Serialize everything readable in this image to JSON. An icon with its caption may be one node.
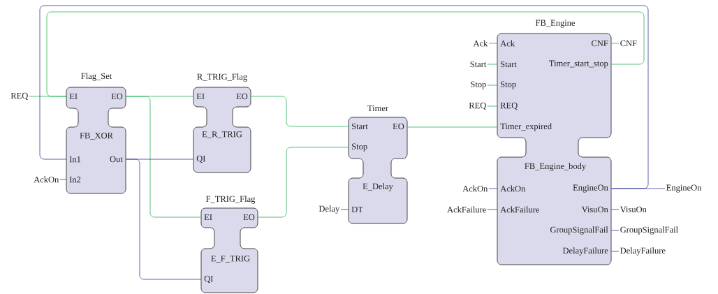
{
  "diagram": {
    "nodes": [
      {
        "text": [
          "REQ"
        ]
      },
      {
        "text": [
          "Flag_Set",
          "EI",
          "EO",
          "FB_XOR",
          "In1",
          "Out",
          "In2"
        ]
      },
      {
        "text": [
          "AckOn"
        ]
      },
      {
        "text": [
          "R_TRIG_Flag",
          "EI",
          "EO",
          "E_R_TRIG",
          "QI"
        ]
      },
      {
        "text": [
          "F_TRIG_Flag",
          "EI",
          "EO",
          "E_F_TRIG",
          "QI"
        ]
      },
      {
        "text": [
          "Timer",
          "Start",
          "EO",
          "Stop",
          "E_Delay",
          "DT"
        ]
      },
      {
        "text": [
          "Delay"
        ]
      },
      {
        "text": [
          "FB_Engine",
          "Ack",
          "CNF",
          "Start",
          "Timer_start_stop",
          "Stop",
          "REQ",
          "Timer_expired",
          "FB_Engine_body",
          "AckOn",
          "EngineOn",
          "AckFailure",
          "VisuOn",
          "GroupSignalFail",
          "DelayFailure"
        ]
      },
      {
        "text": [
          "Ack"
        ]
      },
      {
        "text": [
          "Start"
        ]
      },
      {
        "text": [
          "Stop"
        ]
      },
      {
        "text": [
          "REQ"
        ]
      },
      {
        "text": [
          "CNF"
        ]
      },
      {
        "text": [
          "AckOn"
        ]
      },
      {
        "text": [
          "AckFailure"
        ]
      },
      {
        "text": [
          "EngineOn"
        ]
      },
      {
        "text": [
          "VisuOn"
        ]
      },
      {
        "text": [
          "GroupSignalFail"
        ]
      },
      {
        "text": [
          "DelayFailure"
        ]
      }
    ],
    "edges": [
      {
        "from": 0,
        "to": 1,
        "arrow": "none",
        "color": "#2db35d"
      },
      {
        "from": 7,
        "to": 1,
        "arrow": "none",
        "color": "#2db35d"
      },
      {
        "from": 7,
        "to": 1,
        "arrow": "none",
        "color": "#35359a"
      },
      {
        "from": 2,
        "to": 1,
        "arrow": "none",
        "color": "#35359a"
      },
      {
        "from": 1,
        "to": 3,
        "arrow": "none",
        "color": "#2db35d"
      },
      {
        "from": 1,
        "to": 4,
        "arrow": "none",
        "color": "#2db35d"
      },
      {
        "from": 1,
        "to": 3,
        "arrow": "none",
        "color": "#35359a"
      },
      {
        "from": 1,
        "to": 4,
        "arrow": "none",
        "color": "#35359a"
      },
      {
        "from": 3,
        "to": 5,
        "arrow": "none",
        "color": "#2db35d"
      },
      {
        "from": 4,
        "to": 5,
        "arrow": "none",
        "color": "#2db35d"
      },
      {
        "from": 6,
        "to": 5,
        "arrow": "none",
        "color": "#35359a"
      },
      {
        "from": 5,
        "to": 7,
        "arrow": "none",
        "color": "#2db35d"
      },
      {
        "from": 8,
        "to": 7,
        "arrow": "none",
        "color": "#2db35d"
      },
      {
        "from": 9,
        "to": 7,
        "arrow": "none",
        "color": "#2db35d"
      },
      {
        "from": 10,
        "to": 7,
        "arrow": "none",
        "color": "#2db35d"
      },
      {
        "from": 11,
        "to": 7,
        "arrow": "none",
        "color": "#2db35d"
      },
      {
        "from": 7,
        "to": 12,
        "arrow": "none",
        "color": "#2db35d"
      },
      {
        "from": 13,
        "to": 7,
        "arrow": "none",
        "color": "#35359a"
      },
      {
        "from": 14,
        "to": 7,
        "arrow": "none",
        "color": "#35359a"
      },
      {
        "from": 7,
        "to": 15,
        "arrow": "none",
        "color": "#35359a"
      },
      {
        "from": 7,
        "to": 16,
        "arrow": "none",
        "color": "#35359a"
      },
      {
        "from": 7,
        "to": 17,
        "arrow": "none",
        "color": "#35359a"
      },
      {
        "from": 7,
        "to": 18,
        "arrow": "none",
        "color": "#35359a"
      }
    ]
  }
}
